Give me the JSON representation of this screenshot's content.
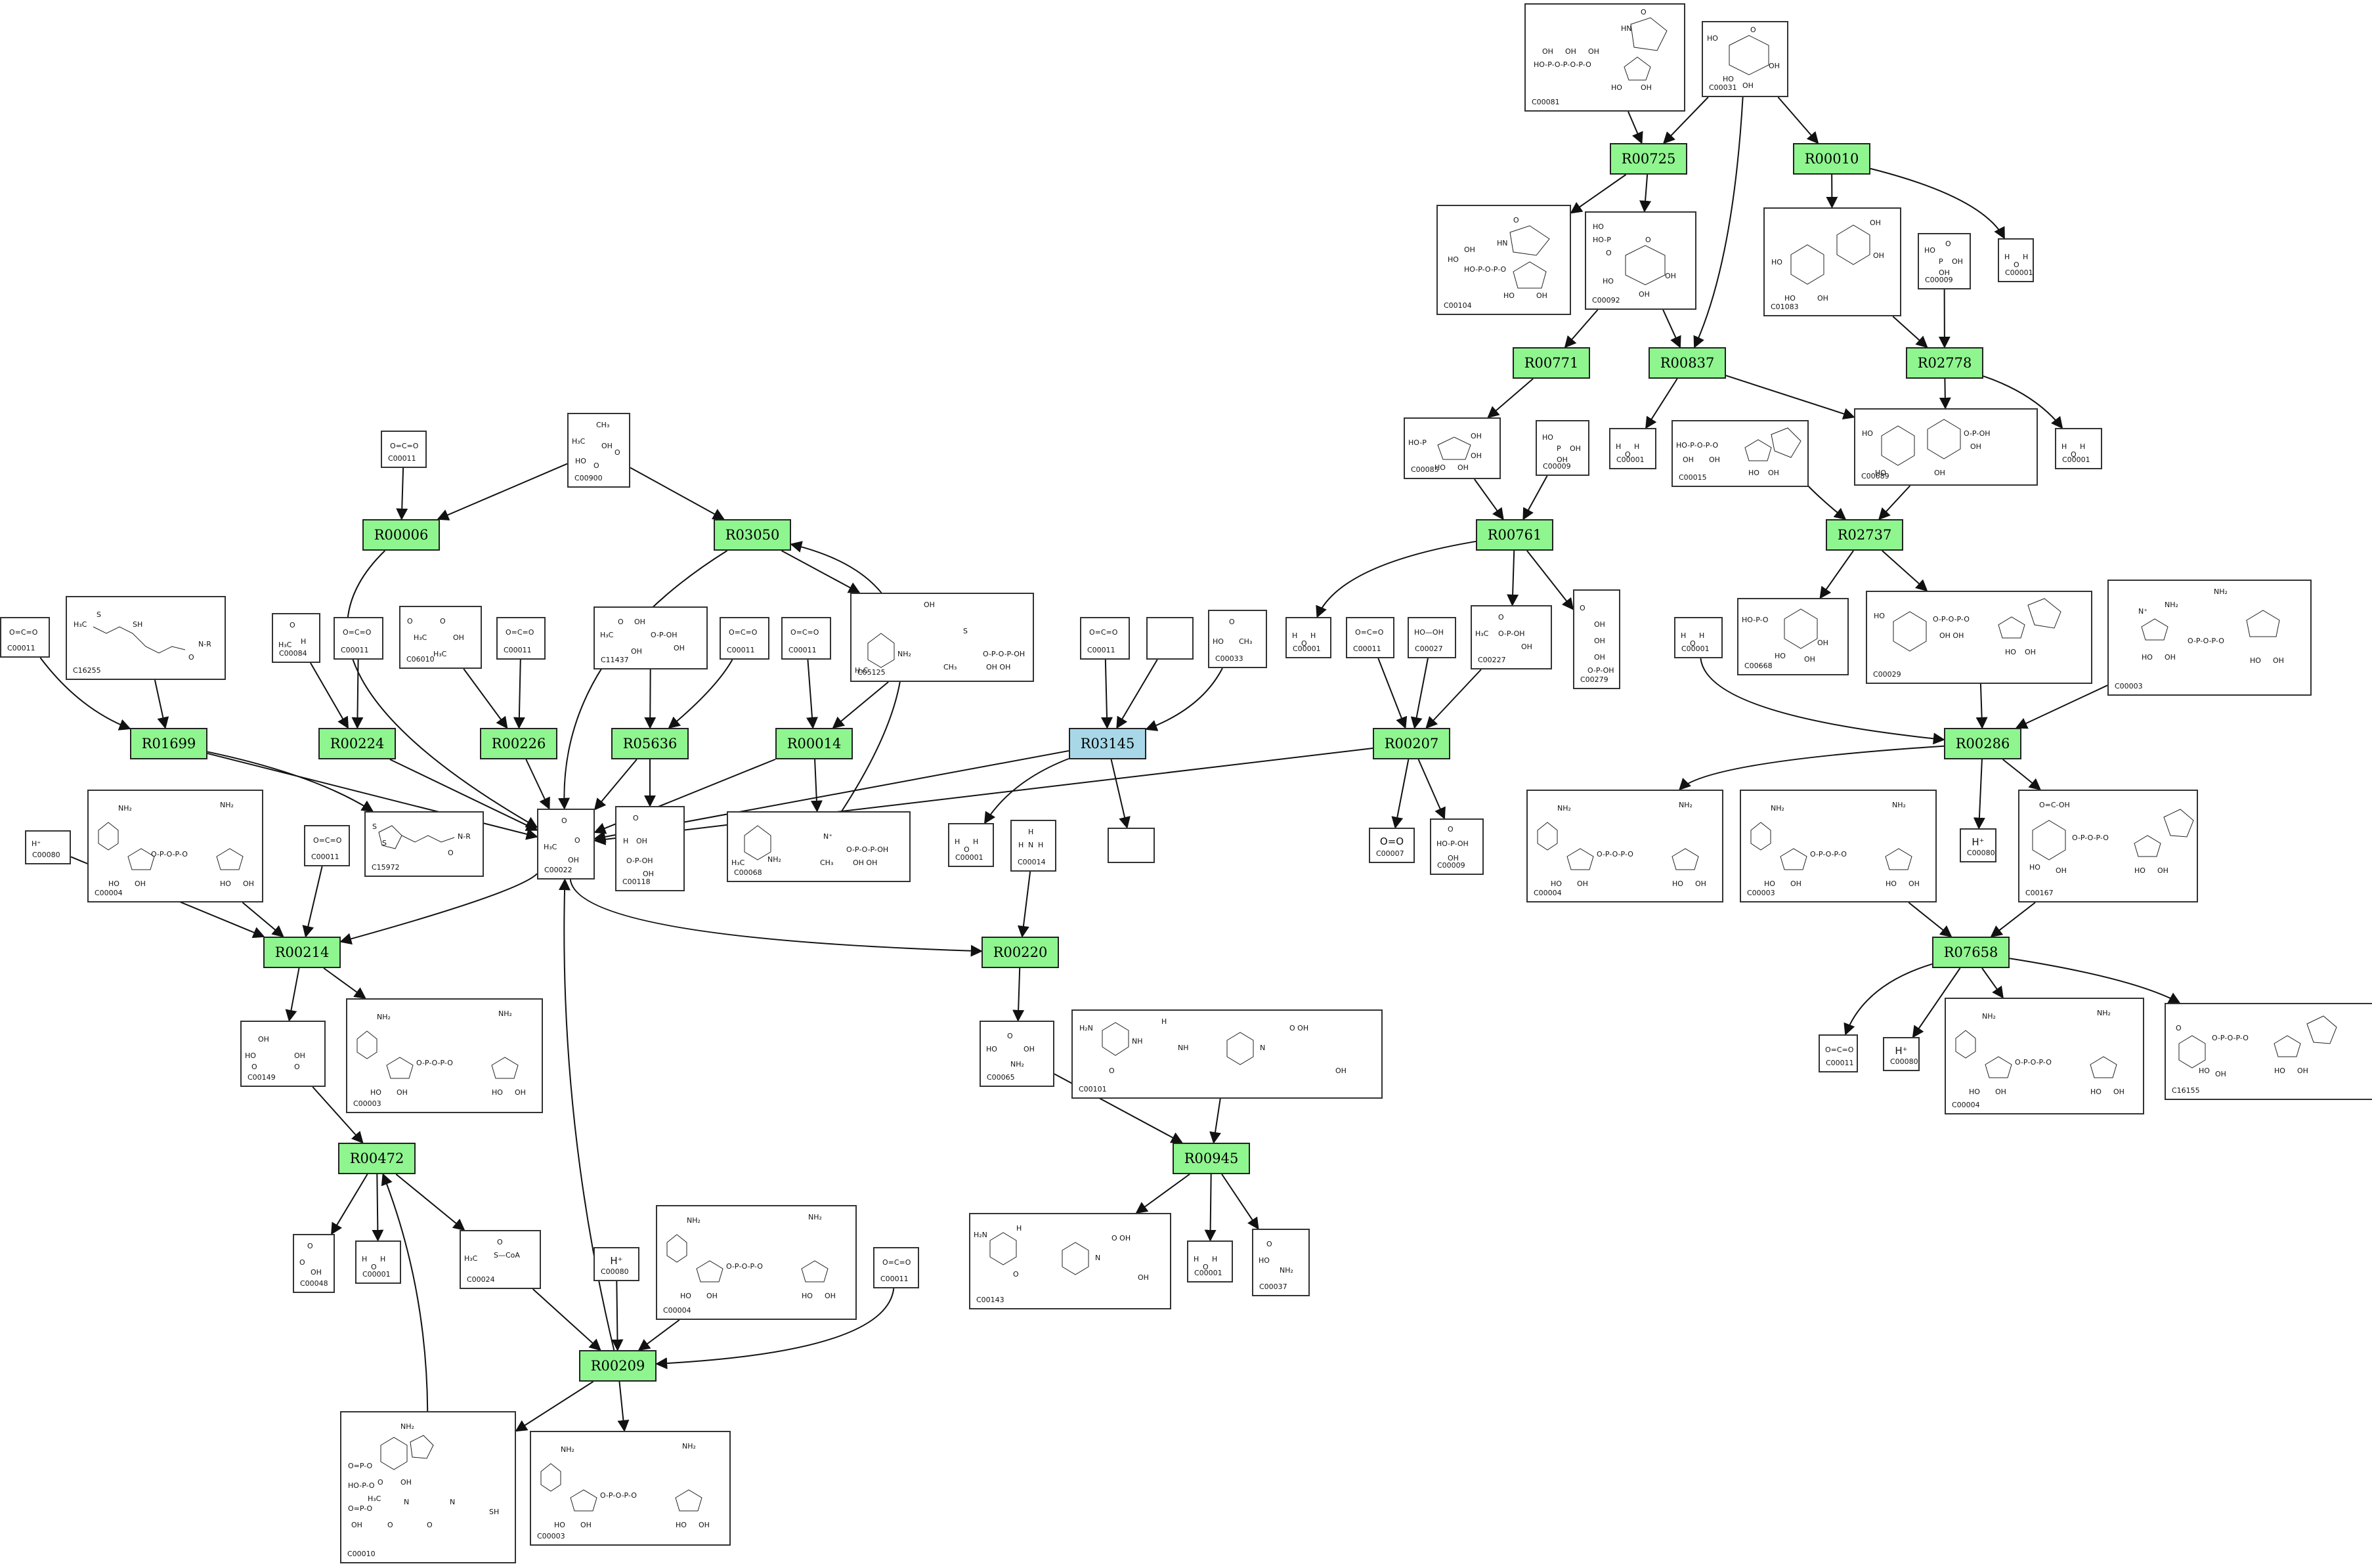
{
  "diagram": {
    "reactions": [
      {
        "id": "R00725",
        "color": "green"
      },
      {
        "id": "R00010",
        "color": "green"
      },
      {
        "id": "R00771",
        "color": "green"
      },
      {
        "id": "R00837",
        "color": "green"
      },
      {
        "id": "R02778",
        "color": "green"
      },
      {
        "id": "R00761",
        "color": "green"
      },
      {
        "id": "R02737",
        "color": "green"
      },
      {
        "id": "R00006",
        "color": "green"
      },
      {
        "id": "R03050",
        "color": "green"
      },
      {
        "id": "R01699",
        "color": "green"
      },
      {
        "id": "R00224",
        "color": "green"
      },
      {
        "id": "R00226",
        "color": "green"
      },
      {
        "id": "R05636",
        "color": "green"
      },
      {
        "id": "R00014",
        "color": "green"
      },
      {
        "id": "R03145",
        "color": "blue"
      },
      {
        "id": "R00207",
        "color": "green"
      },
      {
        "id": "R00286",
        "color": "green"
      },
      {
        "id": "R00214",
        "color": "green"
      },
      {
        "id": "R00220",
        "color": "green"
      },
      {
        "id": "R07658",
        "color": "green"
      },
      {
        "id": "R00472",
        "color": "green"
      },
      {
        "id": "R00945",
        "color": "green"
      },
      {
        "id": "R00209",
        "color": "green"
      }
    ],
    "compounds": [
      {
        "key": "c00081",
        "id": "C00081",
        "formula": ""
      },
      {
        "key": "c00031",
        "id": "C00031",
        "formula": ""
      },
      {
        "key": "c00104",
        "id": "C00104",
        "formula": ""
      },
      {
        "key": "c00092",
        "id": "C00092",
        "formula": ""
      },
      {
        "key": "c01083",
        "id": "C01083",
        "formula": ""
      },
      {
        "key": "c00009a",
        "id": "C00009",
        "formula": ""
      },
      {
        "key": "c00001a",
        "id": "C00001",
        "formula": ""
      },
      {
        "key": "c00011a",
        "id": "C00011",
        "formula": ""
      },
      {
        "key": "c00900",
        "id": "C00900",
        "formula": ""
      },
      {
        "key": "c00085",
        "id": "C00085",
        "formula": ""
      },
      {
        "key": "c00009b",
        "id": "C00009",
        "formula": ""
      },
      {
        "key": "c00001b",
        "id": "C00001",
        "formula": ""
      },
      {
        "key": "c00015",
        "id": "C00015",
        "formula": ""
      },
      {
        "key": "c00689",
        "id": "C00689",
        "formula": ""
      },
      {
        "key": "c00001c",
        "id": "C00001",
        "formula": ""
      },
      {
        "key": "c00011b",
        "id": "C00011",
        "formula": ""
      },
      {
        "key": "c16255",
        "id": "C16255",
        "formula": ""
      },
      {
        "key": "c00084",
        "id": "C00084",
        "formula": ""
      },
      {
        "key": "c00011c",
        "id": "C00011",
        "formula": ""
      },
      {
        "key": "c06010",
        "id": "C06010",
        "formula": ""
      },
      {
        "key": "c00011d",
        "id": "C00011",
        "formula": ""
      },
      {
        "key": "c11437",
        "id": "C11437",
        "formula": ""
      },
      {
        "key": "c00011e",
        "id": "C00011",
        "formula": ""
      },
      {
        "key": "c00011f",
        "id": "C00011",
        "formula": ""
      },
      {
        "key": "c05125",
        "id": "C05125",
        "formula": ""
      },
      {
        "key": "c00011g",
        "id": "C00011",
        "formula": ""
      },
      {
        "key": "blank1",
        "id": "",
        "formula": ""
      },
      {
        "key": "c00033",
        "id": "C00033",
        "formula": ""
      },
      {
        "key": "c00001d",
        "id": "C00001",
        "formula": ""
      },
      {
        "key": "c00011h",
        "id": "C00011",
        "formula": ""
      },
      {
        "key": "c00027",
        "id": "C00027",
        "formula": ""
      },
      {
        "key": "c00227",
        "id": "C00227",
        "formula": ""
      },
      {
        "key": "c00279",
        "id": "C00279",
        "formula": ""
      },
      {
        "key": "c00668",
        "id": "C00668",
        "formula": ""
      },
      {
        "key": "c00029",
        "id": "C00029",
        "formula": ""
      },
      {
        "key": "c00003a",
        "id": "C00003",
        "formula": ""
      },
      {
        "key": "c00001e",
        "id": "C00001",
        "formula": ""
      },
      {
        "key": "c00080a",
        "id": "C00080",
        "formula": ""
      },
      {
        "key": "c00004a",
        "id": "C00004",
        "formula": ""
      },
      {
        "key": "c00011i",
        "id": "C00011",
        "formula": ""
      },
      {
        "key": "c15972",
        "id": "C15972",
        "formula": ""
      },
      {
        "key": "c00022",
        "id": "C00022",
        "formula": ""
      },
      {
        "key": "c00118",
        "id": "C00118",
        "formula": ""
      },
      {
        "key": "c00068",
        "id": "C00068",
        "formula": ""
      },
      {
        "key": "c00001f",
        "id": "C00001",
        "formula": ""
      },
      {
        "key": "c00014",
        "id": "C00014",
        "formula": ""
      },
      {
        "key": "blank2",
        "id": "",
        "formula": ""
      },
      {
        "key": "c00007",
        "id": "C00007",
        "formula": "O=O"
      },
      {
        "key": "c00009c",
        "id": "C00009",
        "formula": ""
      },
      {
        "key": "c00004b",
        "id": "C00004",
        "formula": ""
      },
      {
        "key": "c00003b",
        "id": "C00003",
        "formula": ""
      },
      {
        "key": "c00080b",
        "id": "C00080",
        "formula": "H⁺"
      },
      {
        "key": "c00167",
        "id": "C00167",
        "formula": ""
      },
      {
        "key": "c00149",
        "id": "C00149",
        "formula": ""
      },
      {
        "key": "c00003c",
        "id": "C00003",
        "formula": ""
      },
      {
        "key": "c00065",
        "id": "C00065",
        "formula": ""
      },
      {
        "key": "c00101",
        "id": "C00101",
        "formula": ""
      },
      {
        "key": "c00011j",
        "id": "C00011",
        "formula": ""
      },
      {
        "key": "c00080c",
        "id": "C00080",
        "formula": "H⁺"
      },
      {
        "key": "c00004c",
        "id": "C00004",
        "formula": ""
      },
      {
        "key": "c16155",
        "id": "C16155",
        "formula": ""
      },
      {
        "key": "c00048",
        "id": "C00048",
        "formula": ""
      },
      {
        "key": "c00001g",
        "id": "C00001",
        "formula": ""
      },
      {
        "key": "c00024",
        "id": "C00024",
        "formula": ""
      },
      {
        "key": "c00080d",
        "id": "C00080",
        "formula": "H⁺"
      },
      {
        "key": "c00004d",
        "id": "C00004",
        "formula": ""
      },
      {
        "key": "c00011k",
        "id": "C00011",
        "formula": ""
      },
      {
        "key": "c00143",
        "id": "C00143",
        "formula": ""
      },
      {
        "key": "c00001h",
        "id": "C00001",
        "formula": ""
      },
      {
        "key": "c00037",
        "id": "C00037",
        "formula": ""
      },
      {
        "key": "c00010",
        "id": "C00010",
        "formula": ""
      },
      {
        "key": "c00003d",
        "id": "C00003",
        "formula": ""
      },
      {
        "key": "c00080e",
        "id": "C00080",
        "formula": "H⁺"
      }
    ],
    "edges": [
      [
        "c00081",
        "R00725"
      ],
      [
        "c00031",
        "R00725"
      ],
      [
        "R00725",
        "c00104"
      ],
      [
        "R00725",
        "c00092"
      ],
      [
        "c00031",
        "R00010"
      ],
      [
        "R00010",
        "c01083"
      ],
      [
        "R00010",
        "c00001a"
      ],
      [
        "c00031",
        "R00837"
      ],
      [
        "c00092",
        "R00837"
      ],
      [
        "c00092",
        "R00771"
      ],
      [
        "c01083",
        "R02778"
      ],
      [
        "c00009a",
        "R02778"
      ],
      [
        "R02778",
        "c00689"
      ],
      [
        "R02778",
        "c00001c"
      ],
      [
        "R00837",
        "c00001b"
      ],
      [
        "R00837",
        "c00689"
      ],
      [
        "R00771",
        "c00085"
      ],
      [
        "c00085",
        "R00761"
      ],
      [
        "c00009b",
        "R00761"
      ],
      [
        "c00015",
        "R02737"
      ],
      [
        "c00689",
        "R02737"
      ],
      [
        "R02737",
        "c00668"
      ],
      [
        "R02737",
        "c00029"
      ],
      [
        "R00761",
        "c00001d"
      ],
      [
        "R00761",
        "c00227"
      ],
      [
        "R00761",
        "c00279"
      ],
      [
        "c00011a",
        "R00006"
      ],
      [
        "c00900",
        "R00006"
      ],
      [
        "c00900",
        "R03050"
      ],
      [
        "R03050",
        "c00022"
      ],
      [
        "R03050",
        "c05125"
      ],
      [
        "R00006",
        "c00022"
      ],
      [
        "c00011b",
        "R01699"
      ],
      [
        "c16255",
        "R01699"
      ],
      [
        "R01699",
        "c15972"
      ],
      [
        "R01699",
        "c00022"
      ],
      [
        "c00084",
        "R00224"
      ],
      [
        "c00011c",
        "R00224"
      ],
      [
        "R00224",
        "c00022"
      ],
      [
        "c06010",
        "R00226"
      ],
      [
        "c00011d",
        "R00226"
      ],
      [
        "R00226",
        "c00022"
      ],
      [
        "c11437",
        "R05636"
      ],
      [
        "c00011e",
        "R05636"
      ],
      [
        "R05636",
        "c00118"
      ],
      [
        "R05636",
        "c00022"
      ],
      [
        "c00011f",
        "R00014"
      ],
      [
        "c05125",
        "R00014"
      ],
      [
        "R00014",
        "c00022"
      ],
      [
        "R00014",
        "c00068"
      ],
      [
        "c00068",
        "R03050"
      ],
      [
        "c00011g",
        "R03145"
      ],
      [
        "blank1",
        "R03145"
      ],
      [
        "c00033",
        "R03145"
      ],
      [
        "R03145",
        "c00022"
      ],
      [
        "R03145",
        "c00001f"
      ],
      [
        "R03145",
        "blank2"
      ],
      [
        "c00011h",
        "R00207"
      ],
      [
        "c00027",
        "R00207"
      ],
      [
        "c00227",
        "R00207"
      ],
      [
        "R00207",
        "c00022"
      ],
      [
        "R00207",
        "c00007"
      ],
      [
        "R00207",
        "c00009c"
      ],
      [
        "c00001e",
        "R00286"
      ],
      [
        "c00029",
        "R00286"
      ],
      [
        "c00003a",
        "R00286"
      ],
      [
        "R00286",
        "c00004b"
      ],
      [
        "R00286",
        "c00080b"
      ],
      [
        "R00286",
        "c00167"
      ],
      [
        "c00003b",
        "R07658"
      ],
      [
        "c00167",
        "R07658"
      ],
      [
        "R07658",
        "c00011j"
      ],
      [
        "R07658",
        "c00080c"
      ],
      [
        "R07658",
        "c00004c"
      ],
      [
        "R07658",
        "c16155"
      ],
      [
        "c00080a",
        "R00214"
      ],
      [
        "c00004a",
        "R00214"
      ],
      [
        "c00011i",
        "R00214"
      ],
      [
        "c00022",
        "R00214"
      ],
      [
        "R00214",
        "c00149"
      ],
      [
        "R00214",
        "c00003c"
      ],
      [
        "c00022",
        "R00220"
      ],
      [
        "c00014",
        "R00220"
      ],
      [
        "R00220",
        "c00065"
      ],
      [
        "c00065",
        "R00945"
      ],
      [
        "c00101",
        "R00945"
      ],
      [
        "R00945",
        "c00143"
      ],
      [
        "R00945",
        "c00001h"
      ],
      [
        "R00945",
        "c00037"
      ],
      [
        "c00149",
        "R00472"
      ],
      [
        "c00010",
        "R00472"
      ],
      [
        "R00472",
        "c00048"
      ],
      [
        "R00472",
        "c00001g"
      ],
      [
        "R00472",
        "c00024"
      ],
      [
        "c00024",
        "R00209"
      ],
      [
        "c00080d",
        "R00209"
      ],
      [
        "c00004d",
        "R00209"
      ],
      [
        "c00011k",
        "R00209"
      ],
      [
        "R00209",
        "c00022"
      ],
      [
        "R00209",
        "c00010"
      ],
      [
        "R00209",
        "c00003d"
      ]
    ]
  }
}
